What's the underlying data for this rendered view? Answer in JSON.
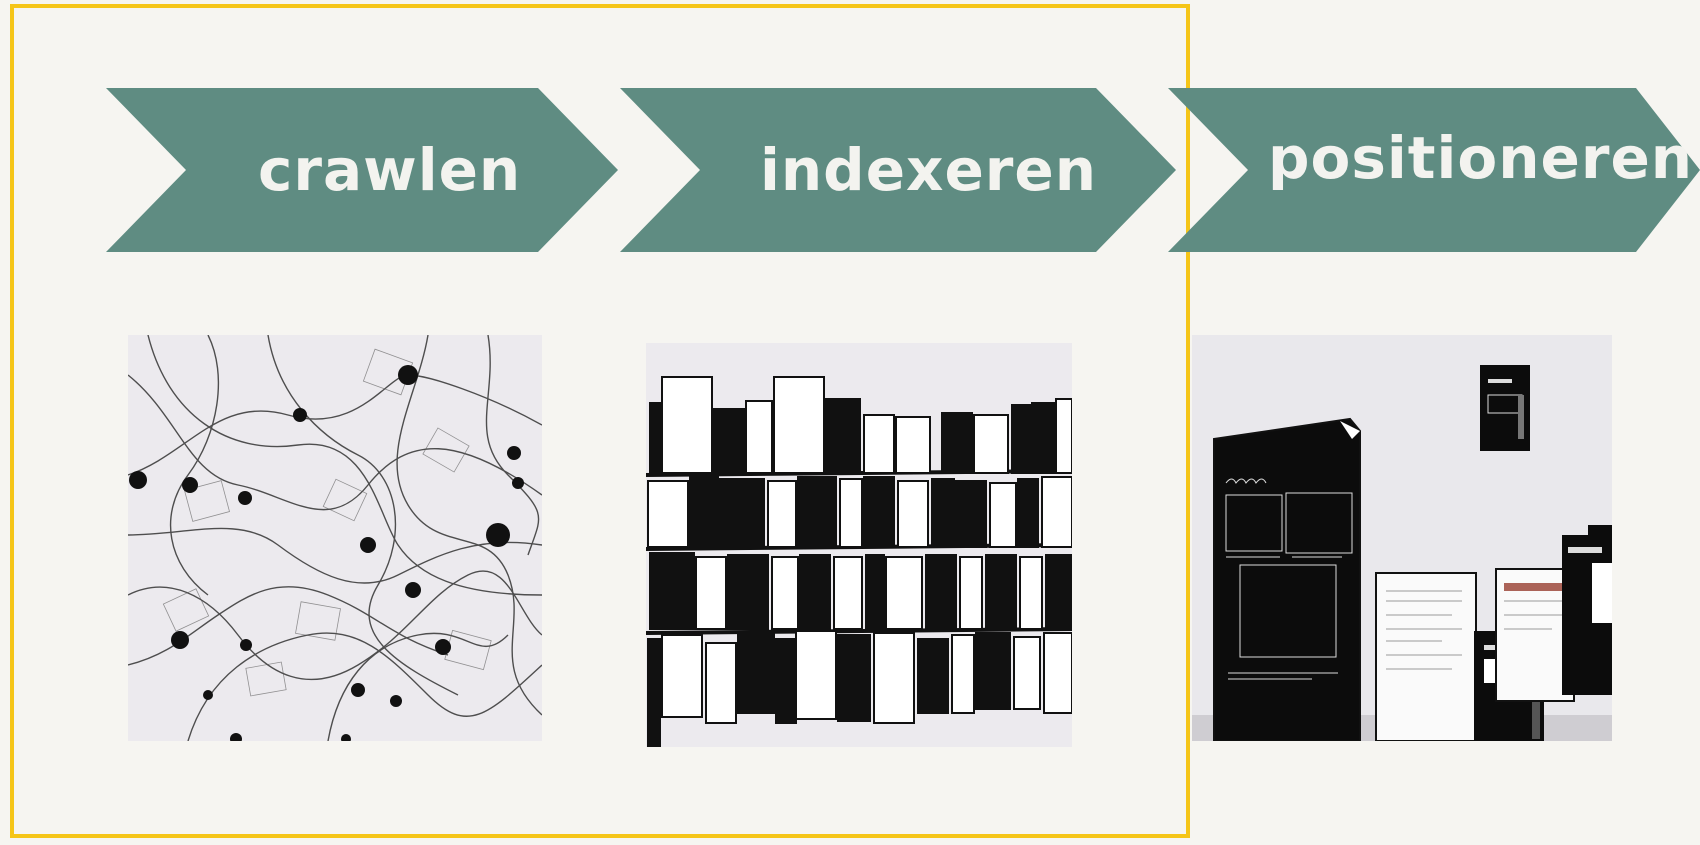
{
  "colors": {
    "arrow": "#5f8c82",
    "highlight": "#f5c518",
    "background": "#f6f5f1"
  },
  "steps": [
    {
      "label": "crawlen",
      "icon": "network-graph-illustration"
    },
    {
      "label": "indexeren",
      "icon": "document-shelves-illustration"
    },
    {
      "label": "positioneren",
      "icon": "ranked-documents-illustration"
    }
  ]
}
